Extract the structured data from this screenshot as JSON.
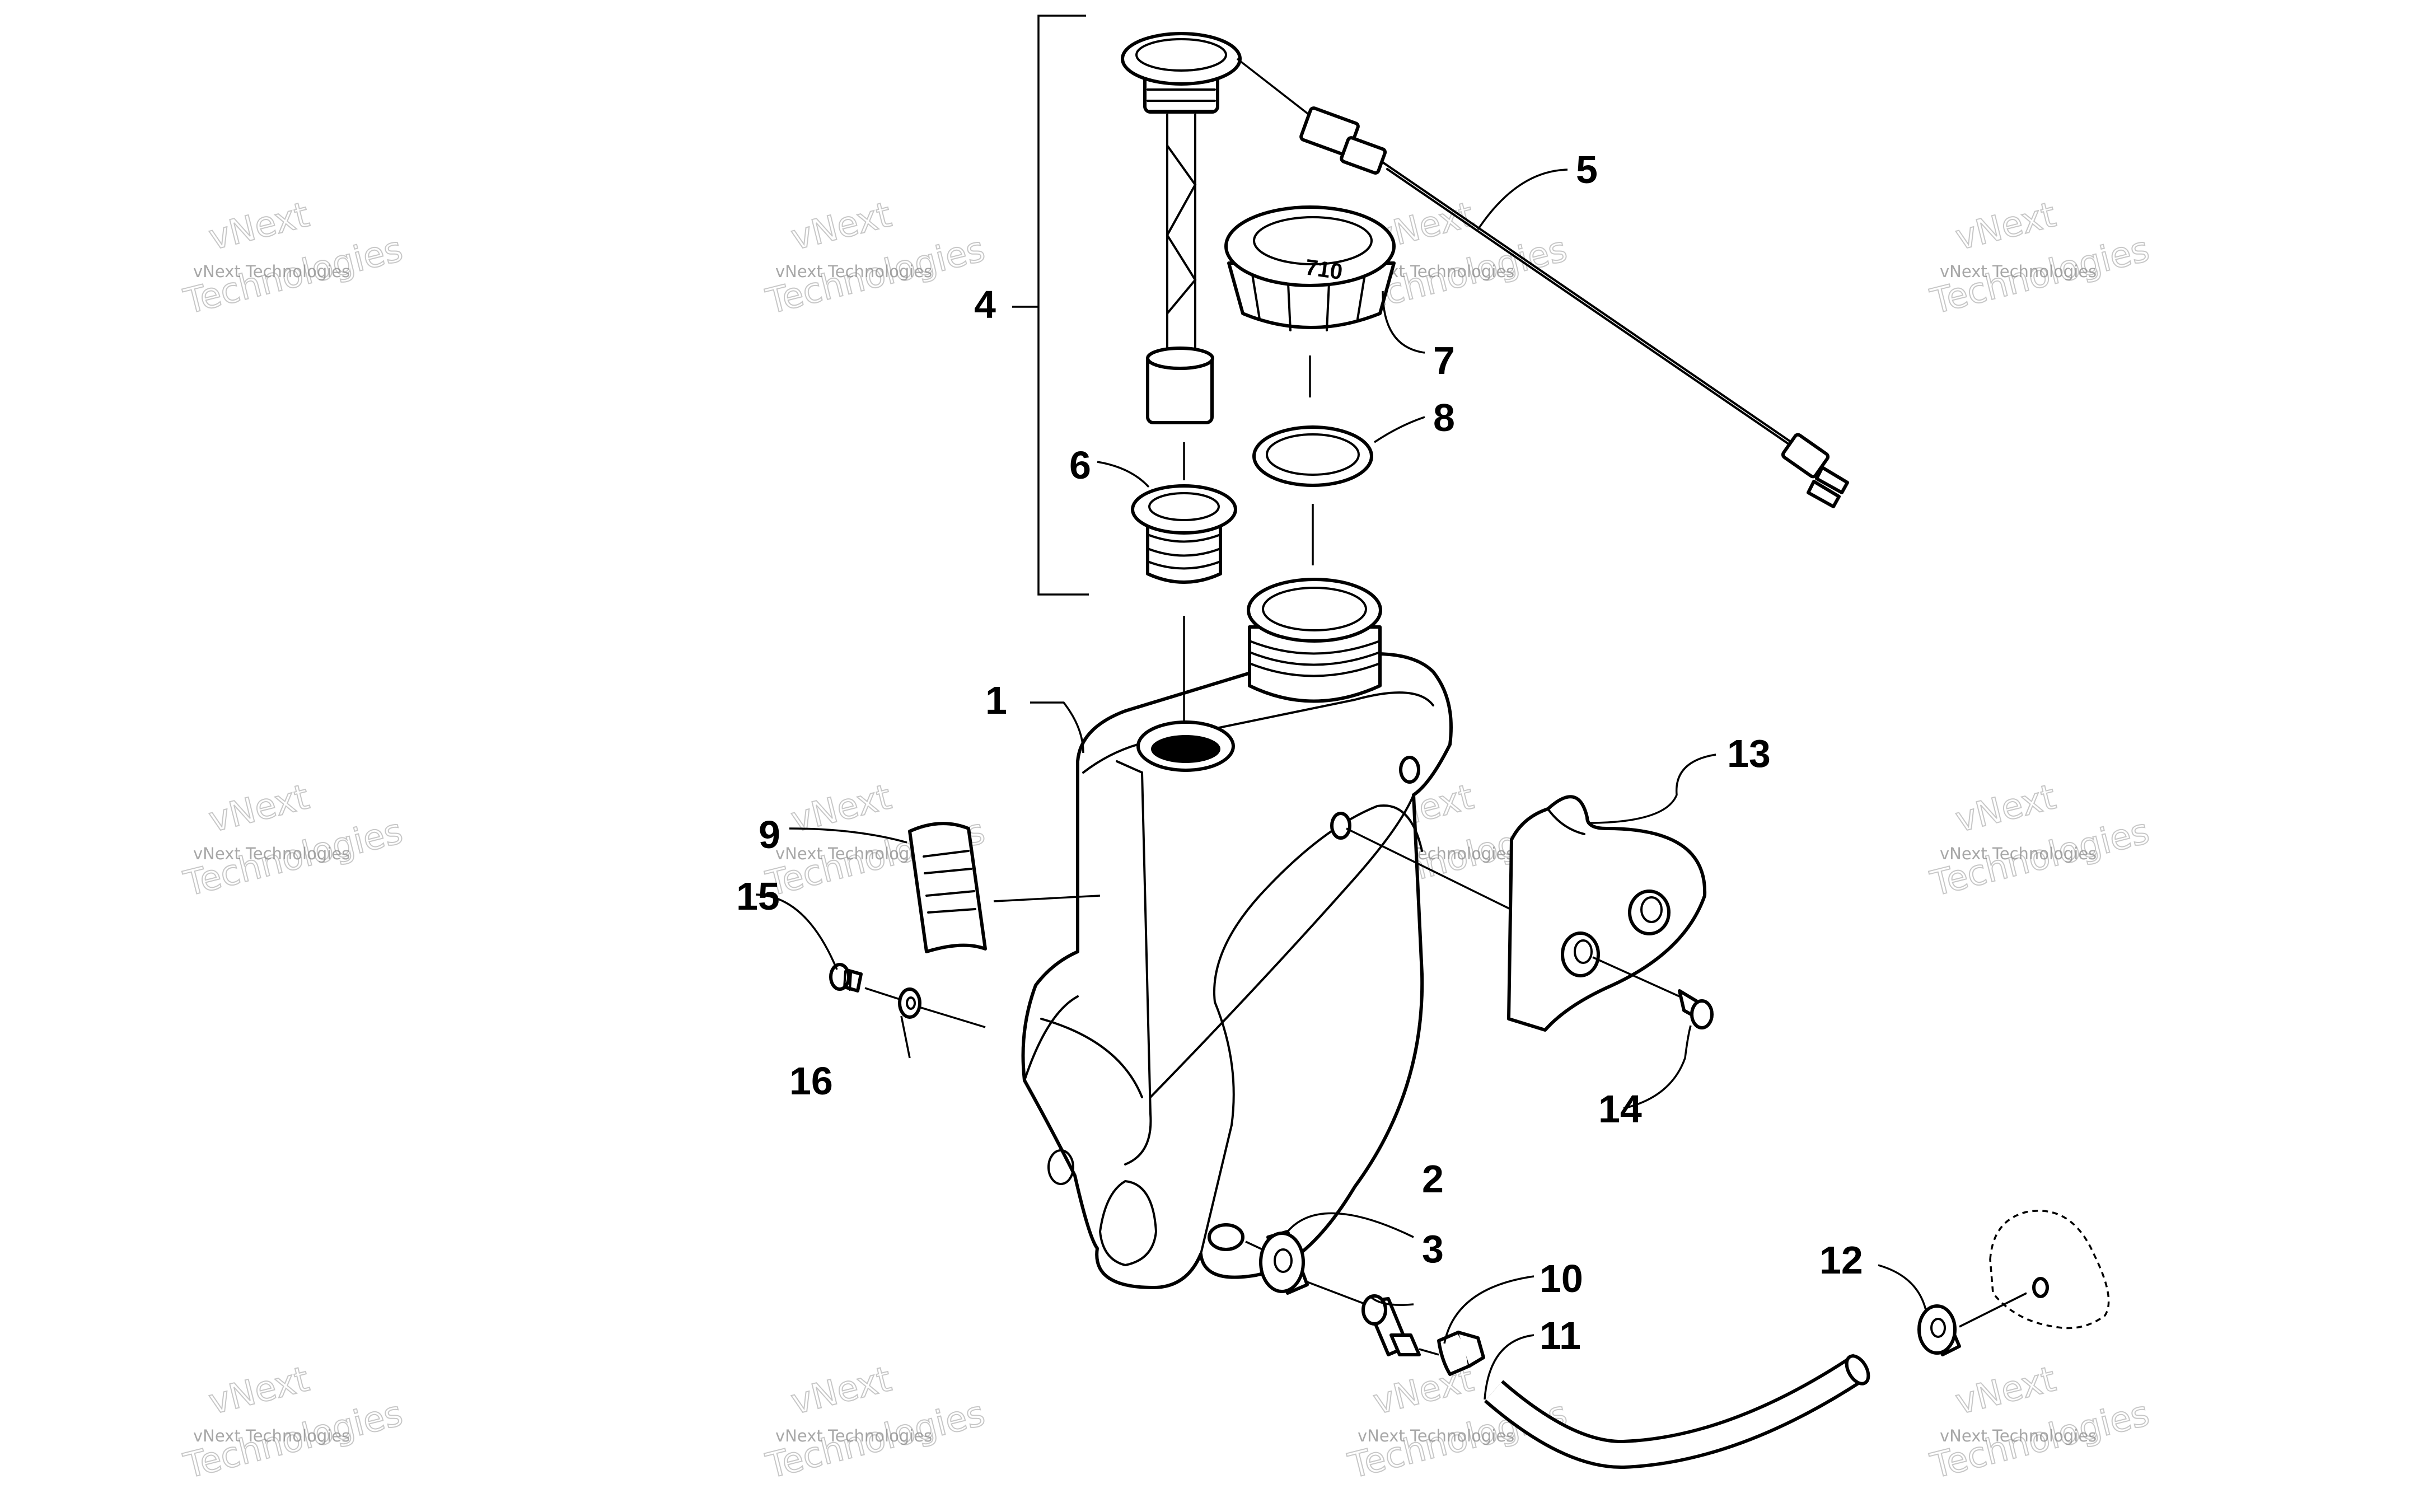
{
  "callouts": [
    {
      "id": "1",
      "label": "1"
    },
    {
      "id": "2",
      "label": "2"
    },
    {
      "id": "3",
      "label": "3"
    },
    {
      "id": "4",
      "label": "4"
    },
    {
      "id": "5",
      "label": "5"
    },
    {
      "id": "6",
      "label": "6"
    },
    {
      "id": "7",
      "label": "7"
    },
    {
      "id": "8",
      "label": "8"
    },
    {
      "id": "9",
      "label": "9"
    },
    {
      "id": "10",
      "label": "10"
    },
    {
      "id": "11",
      "label": "11"
    },
    {
      "id": "12",
      "label": "12"
    },
    {
      "id": "13",
      "label": "13"
    },
    {
      "id": "14",
      "label": "14"
    },
    {
      "id": "15",
      "label": "15"
    },
    {
      "id": "16",
      "label": "16"
    }
  ],
  "cap_marking": "710",
  "watermark": {
    "line": "vNext Technologies",
    "big_top": "vNext",
    "big_bottom": "Technologies"
  }
}
